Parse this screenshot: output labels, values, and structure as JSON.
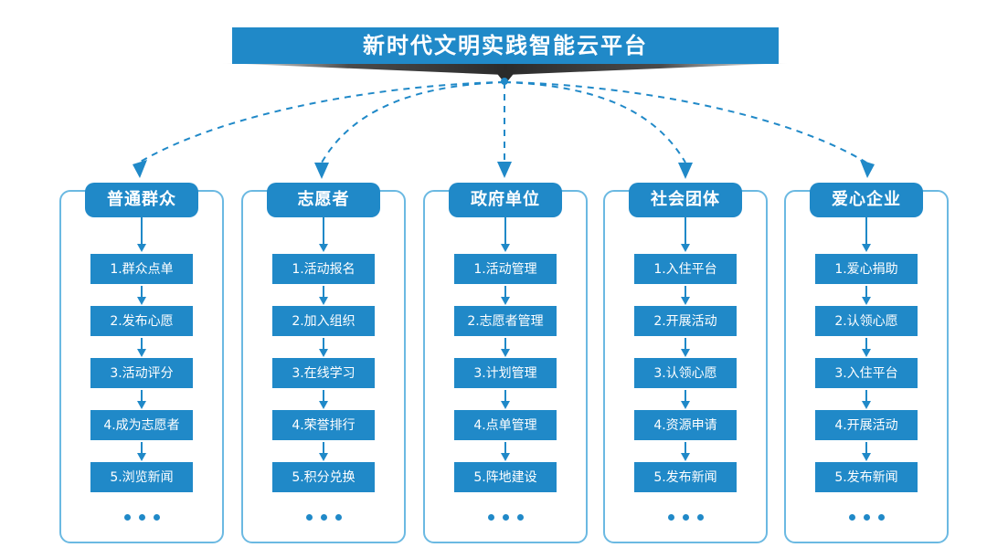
{
  "title": {
    "text": "新时代文明实践智能云平台",
    "bar_color": "#2089C8",
    "text_color": "#ffffff",
    "ribbon_color": "#2B2B2B"
  },
  "theme": {
    "accent": "#2089C8",
    "frame_border": "#6BB9E2",
    "connector": "#2089C8",
    "background": "#ffffff"
  },
  "connectors": {
    "style": "dashed-curve",
    "origin_label": "platform-hub",
    "count": 5
  },
  "columns": [
    {
      "id": "ordinary-public",
      "header": "普通群众",
      "items": [
        "1.群众点单",
        "2.发布心愿",
        "3.活动评分",
        "4.成为志愿者",
        "5.浏览新闻"
      ],
      "more": "..."
    },
    {
      "id": "volunteer",
      "header": "志愿者",
      "items": [
        "1.活动报名",
        "2.加入组织",
        "3.在线学习",
        "4.荣誉排行",
        "5.积分兑换"
      ],
      "more": "..."
    },
    {
      "id": "government-unit",
      "header": "政府单位",
      "items": [
        "1.活动管理",
        "2.志愿者管理",
        "3.计划管理",
        "4.点单管理",
        "5.阵地建设"
      ],
      "more": "..."
    },
    {
      "id": "social-group",
      "header": "社会团体",
      "items": [
        "1.入住平台",
        "2.开展活动",
        "3.认领心愿",
        "4.资源申请",
        "5.发布新闻"
      ],
      "more": "..."
    },
    {
      "id": "caring-enterprise",
      "header": "爱心企业",
      "items": [
        "1.爱心捐助",
        "2.认领心愿",
        "3.入住平台",
        "4.开展活动",
        "5.发布新闻"
      ],
      "more": "..."
    }
  ]
}
